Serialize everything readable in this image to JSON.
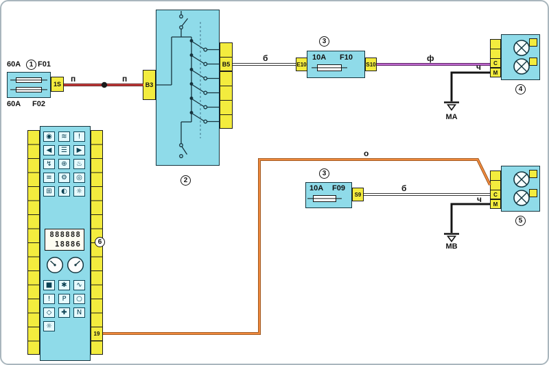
{
  "theme": {
    "page_bg": "#ffffff",
    "frame_border": "#a9b6bd",
    "cyan": "#8fdbe9",
    "yellow": "#f3ec3e",
    "wire_red": "#cf4040",
    "wire_white": "#ffffff",
    "wire_violet": "#c16ad0",
    "wire_orange": "#f08a3e",
    "wire_black": "#141414"
  },
  "labels": {
    "comp1": {
      "num": "1",
      "amp1": "60A",
      "fuse1": "F01",
      "amp2": "60A",
      "fuse2": "F02",
      "pin": "1S"
    },
    "comp2": {
      "num": "2",
      "pin_left": "B3",
      "pin_right": "B5"
    },
    "comp3_top": {
      "num": "3",
      "amp": "10A",
      "fuse": "F10",
      "pin_left": "E10",
      "pin_right": "S10"
    },
    "comp3_bottom": {
      "num": "3",
      "amp": "10A",
      "fuse": "F09",
      "pin_right": "S9"
    },
    "comp4": {
      "num": "4",
      "pin_c": "C",
      "pin_m": "M",
      "ground": "MA"
    },
    "comp5": {
      "num": "5",
      "pin_c": "C",
      "pin_m": "M",
      "ground": "MB"
    },
    "comp6": {
      "num": "6",
      "pin_19": "19",
      "display_line1": "888888",
      "display_line2": "18886"
    }
  },
  "wires": {
    "p_left": "п",
    "p_right": "п",
    "b_top": "б",
    "violet": "ф",
    "ch_top": "ч",
    "b_bottom": "б",
    "orange": "о",
    "ch_bottom": "ч"
  },
  "cluster_icons_top": [
    {
      "name": "seatbelt-indicator-icon",
      "glyph": "◉"
    },
    {
      "name": "washer-fluid-icon",
      "glyph": "≋"
    },
    {
      "name": "brake-warning-icon",
      "glyph": "!"
    },
    {
      "name": "turn-left-indicator-icon",
      "glyph": "◀"
    },
    {
      "name": "high-beam-indicator-icon",
      "glyph": "☰"
    },
    {
      "name": "turn-right-indicator-icon",
      "glyph": "▶"
    },
    {
      "name": "battery-charge-icon",
      "glyph": "↯"
    },
    {
      "name": "oil-pressure-icon",
      "glyph": "⊕"
    },
    {
      "name": "coolant-temp-icon",
      "glyph": "♨"
    },
    {
      "name": "fog-light-icon",
      "glyph": "≡"
    },
    {
      "name": "check-engine-icon",
      "glyph": "⚙"
    },
    {
      "name": "abs-indicator-icon",
      "glyph": "◎"
    },
    {
      "name": "doors-open-icon",
      "glyph": "⊞"
    },
    {
      "name": "airbag-indicator-icon",
      "glyph": "◐"
    },
    {
      "name": "illumination-icon",
      "glyph": "☼"
    }
  ],
  "cluster_icons_bottom": [
    {
      "name": "fuel-level-icon",
      "glyph": "■"
    },
    {
      "name": "immobilizer-icon",
      "glyph": "✱"
    },
    {
      "name": "glow-plug-icon",
      "glyph": "∿"
    },
    {
      "name": "low-fuel-warning-icon",
      "glyph": "!"
    },
    {
      "name": "parking-brake-icon",
      "glyph": "P"
    },
    {
      "name": "side-light-indicator-icon",
      "glyph": "○"
    },
    {
      "name": "cruise-indicator-icon",
      "glyph": "◇"
    },
    {
      "name": "service-indicator-icon",
      "glyph": "✚"
    },
    {
      "name": "gear-indicator-icon",
      "glyph": "N"
    },
    {
      "name": "dimmer-icon",
      "glyph": "☼"
    }
  ]
}
